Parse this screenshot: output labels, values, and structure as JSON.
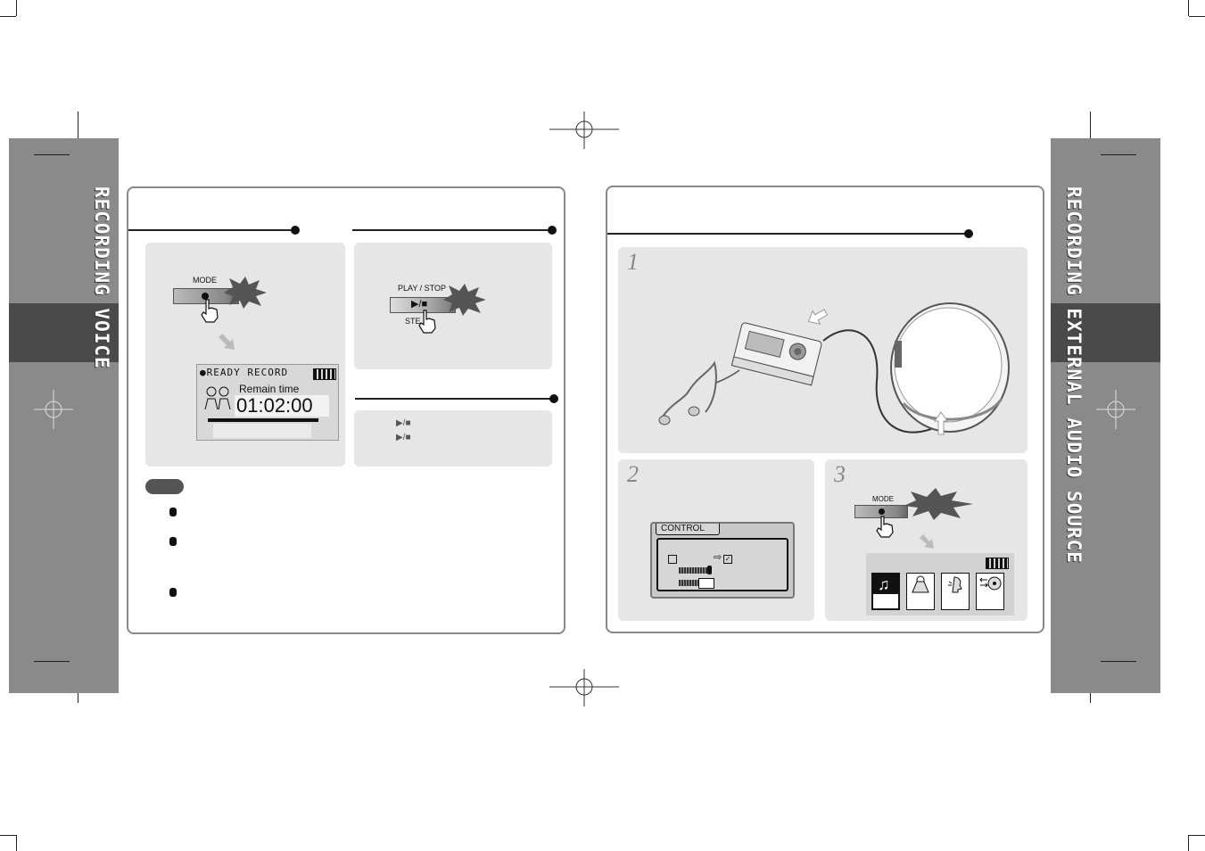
{
  "left_tab": {
    "label": "RECORDING VOICE"
  },
  "right_tab": {
    "label": "RECORDING EXTERNAL AUDIO SOURCE"
  },
  "left_page": {
    "mode_button_label": "MODE",
    "lcd": {
      "status": "●READY RECORD",
      "remain_label": "Remain time",
      "remain_time": "01:02:00"
    },
    "play_stop_label": "PLAY / STOP",
    "stereo_label": "STE",
    "play_stop_symbol": "▶/■",
    "pause_symbols": [
      "▶/■",
      "▶/■"
    ],
    "note_badge": ""
  },
  "right_page": {
    "step1_number": "1",
    "step2_number": "2",
    "step3_number": "3",
    "control_label": "CONTROL",
    "mode_button_label": "MODE",
    "menu_icons": [
      "music-icon",
      "voice-record-icon",
      "tts-icon",
      "line-in-icon"
    ]
  },
  "colors": {
    "sidebar": "#8a8a8a",
    "sidebar_band": "#4a4a4a",
    "box": "#e6e6e6"
  }
}
